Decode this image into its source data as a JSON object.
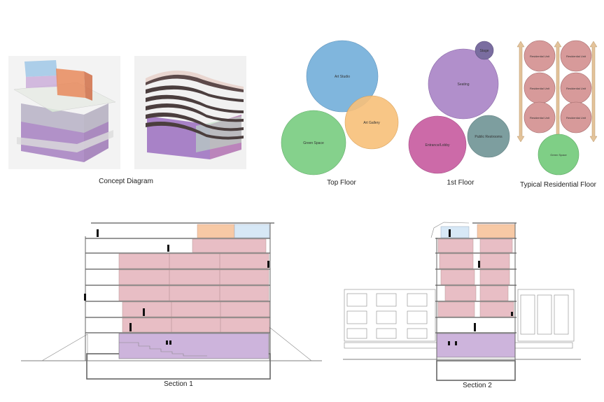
{
  "captions": {
    "concept": "Concept Diagram",
    "top_floor": "Top Floor",
    "first_floor": "1st Floor",
    "residential": "Typical Residential Floor",
    "section1": "Section 1",
    "section2": "Section 2"
  },
  "top_floor": {
    "art_studio": "Art Studio",
    "art_gallery": "Art Gallery",
    "green_space": "Green Space"
  },
  "first_floor": {
    "stage": "Stage",
    "seating": "Seating",
    "entrance": "Entrance/Lobby",
    "restrooms": "Public Restrooms"
  },
  "residential": {
    "unit": "Residential Unit",
    "green_space": "Green Space"
  },
  "colors": {
    "blue": "#7ab3dc",
    "orange": "#f8c07a",
    "green": "#7fcf86",
    "purple": "#b18fcb",
    "magenta": "#cc6aa8",
    "teal": "#7d9e9f",
    "navy_purple": "#7a6da0",
    "residential_red": "#d79a9a",
    "arrow_tan": "#e3c39a"
  }
}
